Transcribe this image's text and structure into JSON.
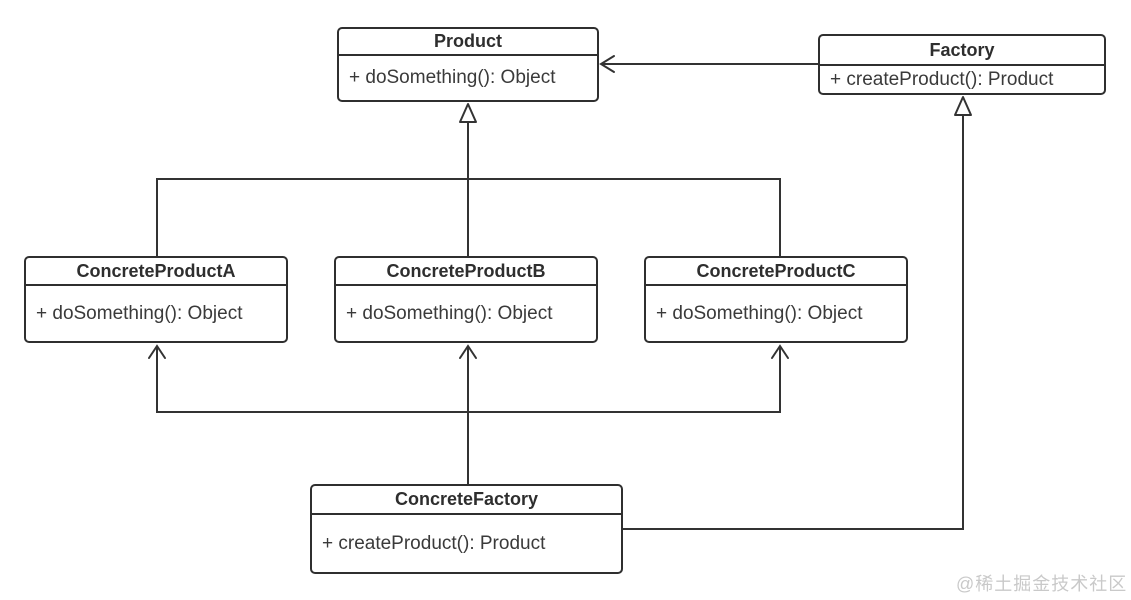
{
  "classes": {
    "product": {
      "name": "Product",
      "member": "+ doSomething(): Object"
    },
    "factory": {
      "name": "Factory",
      "member": "+ createProduct(): Product"
    },
    "concrete_product_a": {
      "name": "ConcreteProductA",
      "member": "+ doSomething(): Object"
    },
    "concrete_product_b": {
      "name": "ConcreteProductB",
      "member": "+ doSomething(): Object"
    },
    "concrete_product_c": {
      "name": "ConcreteProductC",
      "member": "+ doSomething(): Object"
    },
    "concrete_factory": {
      "name": "ConcreteFactory",
      "member": "+ createProduct(): Product"
    }
  },
  "relationships": [
    {
      "from": "Factory",
      "to": "Product",
      "type": "association-arrow"
    },
    {
      "from": "ConcreteProductA",
      "to": "Product",
      "type": "inheritance"
    },
    {
      "from": "ConcreteProductB",
      "to": "Product",
      "type": "inheritance"
    },
    {
      "from": "ConcreteProductC",
      "to": "Product",
      "type": "inheritance"
    },
    {
      "from": "ConcreteFactory",
      "to": "ConcreteProductA",
      "type": "creates-arrow"
    },
    {
      "from": "ConcreteFactory",
      "to": "ConcreteProductB",
      "type": "creates-arrow"
    },
    {
      "from": "ConcreteFactory",
      "to": "ConcreteProductC",
      "type": "creates-arrow"
    },
    {
      "from": "ConcreteFactory",
      "to": "Factory",
      "type": "inheritance"
    }
  ],
  "watermark": {
    "text": "@稀土掘金技术社区"
  },
  "colors": {
    "line": "#333333",
    "box_border": "#2f2f2f",
    "title_text": "#2e2e2e",
    "member_text": "#3a3a3a",
    "watermark": "#c9c9c9",
    "background": "#ffffff"
  }
}
